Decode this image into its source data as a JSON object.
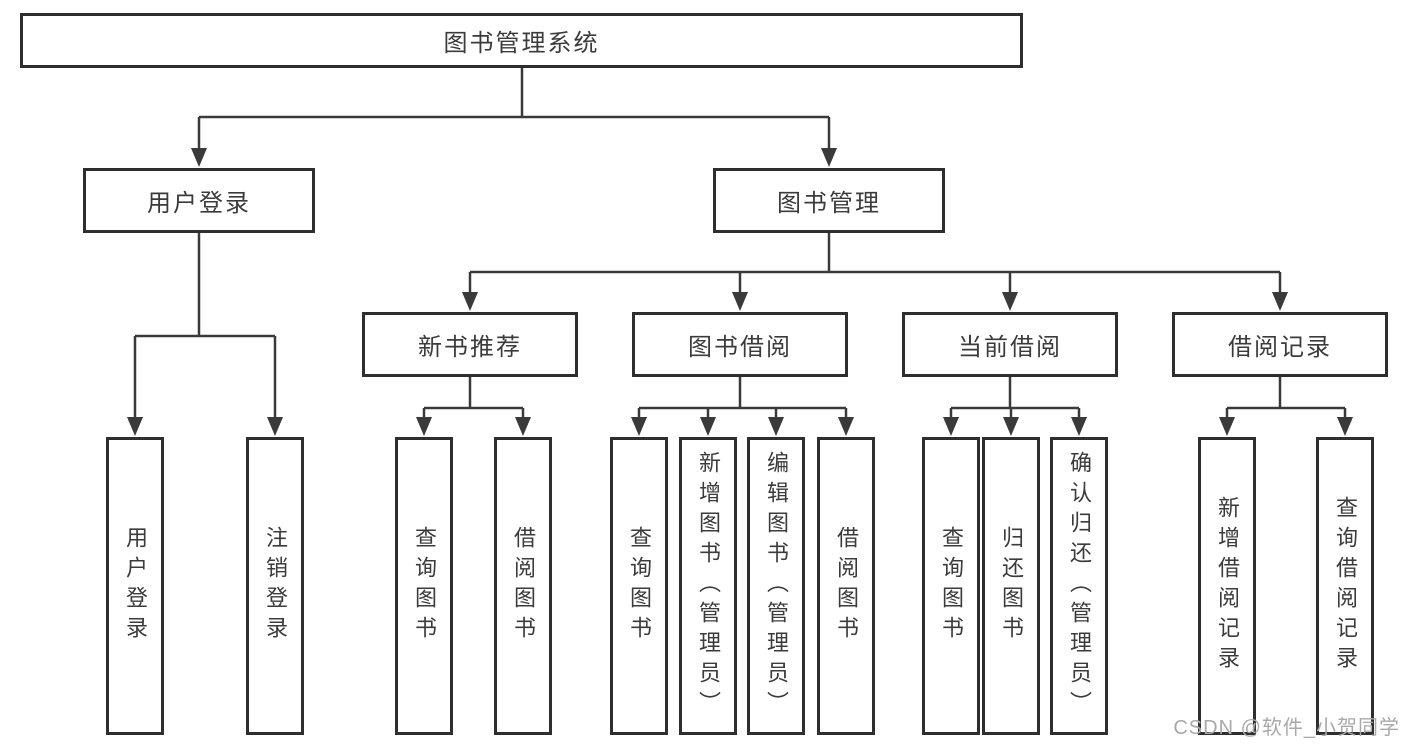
{
  "diagram": {
    "title": "图书管理系统",
    "nodes": {
      "root": {
        "id": "library-system",
        "label": "图书管理系统"
      },
      "level2": [
        {
          "id": "user-login",
          "label": "用户登录",
          "parent": "library-system"
        },
        {
          "id": "book-mgmt",
          "label": "图书管理",
          "parent": "library-system"
        }
      ],
      "level3": [
        {
          "id": "new-book-recommend",
          "label": "新书推荐",
          "parent": "book-mgmt"
        },
        {
          "id": "book-borrow",
          "label": "图书借阅",
          "parent": "book-mgmt"
        },
        {
          "id": "current-borrow",
          "label": "当前借阅",
          "parent": "book-mgmt"
        },
        {
          "id": "borrow-records",
          "label": "借阅记录",
          "parent": "book-mgmt"
        }
      ],
      "leaves": [
        {
          "label": "用户登录",
          "parent": "user-login"
        },
        {
          "label": "注销登录",
          "parent": "user-login"
        },
        {
          "label": "查询图书",
          "parent": "new-book-recommend"
        },
        {
          "label": "借阅图书",
          "parent": "new-book-recommend"
        },
        {
          "label": "查询图书",
          "parent": "book-borrow"
        },
        {
          "label": "新增图书（管理员）",
          "parent": "book-borrow"
        },
        {
          "label": "编辑图书（管理员）",
          "parent": "book-borrow"
        },
        {
          "label": "借阅图书",
          "parent": "book-borrow"
        },
        {
          "label": "查询图书",
          "parent": "current-borrow"
        },
        {
          "label": "归还图书",
          "parent": "current-borrow"
        },
        {
          "label": "确认归还（管理员）",
          "parent": "current-borrow"
        },
        {
          "label": "新增借阅记录",
          "parent": "borrow-records"
        },
        {
          "label": "查询借阅记录",
          "parent": "borrow-records"
        }
      ]
    },
    "colors": {
      "line": "#3a3a3a",
      "box_border": "#2e2e2e",
      "box_fill": "#ffffff",
      "text": "#3b3b3b",
      "watermark": "#a9a9a9"
    }
  },
  "watermark": {
    "text": "CSDN @软件_小贺同学"
  }
}
